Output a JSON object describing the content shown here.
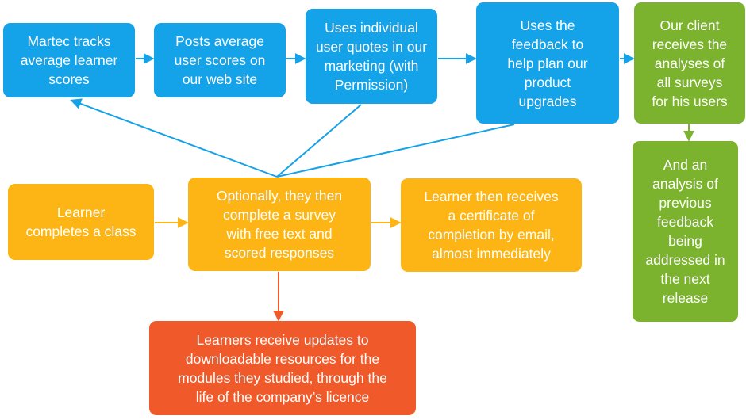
{
  "nodes": {
    "tracks": "Martec tracks\naverage learner\nscores",
    "posts": "Posts average\nuser scores on\nour web site",
    "quotes": "Uses individual\nuser quotes in our\nmarketing (with\nPermission)",
    "feedback": "Uses the\nfeedback to\nhelp plan our\nproduct\nupgrades",
    "client": "Our client\nreceives the\nanalyses of\nall surveys\nfor his users",
    "analysis": "And an\nanalysis of\nprevious\nfeedback\nbeing\naddressed in\nthe next\nrelease",
    "completes": "Learner\ncompletes a class",
    "survey": "Optionally, they then\ncomplete a survey\nwith free text and\nscored responses",
    "certificate": "Learner then receives\na certificate of\ncompletion by email,\nalmost immediately",
    "updates": "Learners receive updates to\ndownloadable resources for the\nmodules they studied, through the\nlife of the company’s licence"
  },
  "colors": {
    "blue": "#14a2e8",
    "green": "#7bb32e",
    "orange": "#fcb514",
    "red": "#f05a2a"
  },
  "edges": [
    {
      "from": "tracks",
      "to": "posts",
      "color": "blue"
    },
    {
      "from": "posts",
      "to": "quotes",
      "color": "blue"
    },
    {
      "from": "quotes",
      "to": "feedback",
      "color": "blue"
    },
    {
      "from": "feedback",
      "to": "client",
      "color": "blue"
    },
    {
      "from": "client",
      "to": "analysis",
      "color": "green"
    },
    {
      "from": "completes",
      "to": "survey",
      "color": "orange"
    },
    {
      "from": "survey",
      "to": "certificate",
      "color": "orange"
    },
    {
      "from": "survey",
      "to": "updates",
      "color": "red"
    },
    {
      "from": "survey",
      "to": "tracks",
      "color": "blue"
    },
    {
      "from": "survey",
      "to": "quotes",
      "color": "blue"
    },
    {
      "from": "survey",
      "to": "feedback",
      "color": "blue"
    }
  ]
}
